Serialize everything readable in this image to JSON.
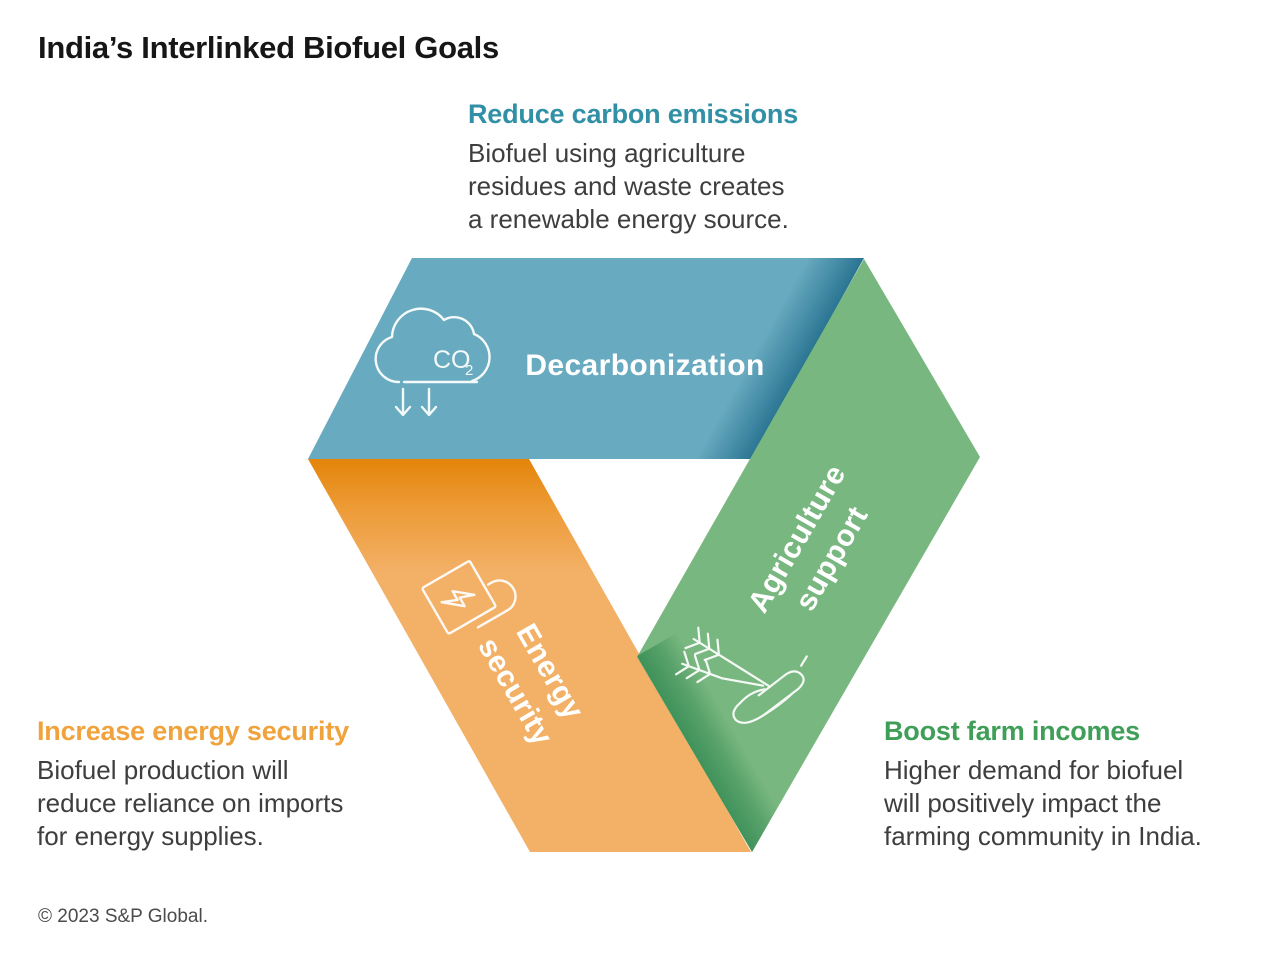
{
  "title": "India’s Interlinked Biofuel Goals",
  "callouts": {
    "carbon": {
      "heading": "Reduce carbon emissions",
      "body": "Biofuel using agriculture\nresidues and waste creates\na renewable energy source."
    },
    "energy": {
      "heading": "Increase energy security",
      "body": "Biofuel production will\nreduce reliance on imports\nfor energy supplies."
    },
    "farm": {
      "heading": "Boost farm incomes",
      "body": "Higher demand for biofuel\nwill positively impact the\nfarming community in India."
    }
  },
  "ribbons": {
    "decarbonization": {
      "label": "Decarbonization",
      "icon": "co2-cloud-icon"
    },
    "energy": {
      "line1": "Energy",
      "line2": "security",
      "icon": "energy-lock-icon"
    },
    "agriculture": {
      "line1": "Agriculture",
      "line2": "support",
      "icon": "wheat-in-hand-icon"
    }
  },
  "icons": {
    "co2_main": "CO",
    "co2_sub": "2"
  },
  "footer": {
    "copyright": "© 2023 S&P Global."
  },
  "colors": {
    "blue": "#68aabf",
    "blue_fold": "#2a7593",
    "orange": "#f3b067",
    "orange_fold": "#e4850b",
    "green": "#78b77f",
    "green_fold": "#3f915a",
    "heading_teal": "#3190a5",
    "heading_orange": "#f0a33c",
    "heading_green": "#3f9e58",
    "body_text": "#3e3e3e",
    "title_text": "#161616"
  }
}
